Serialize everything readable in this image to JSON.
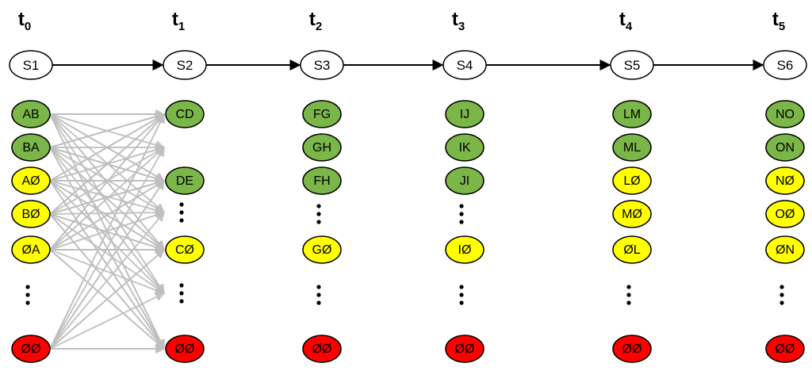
{
  "colors": {
    "green": "#7ab648",
    "yellow": "#ffff00",
    "red": "#ff0000",
    "white": "#ffffff",
    "outline": "#000000",
    "grey_arrow": "#bfbfbf"
  },
  "columns": [
    {
      "time": {
        "base": "t",
        "sub": "0"
      },
      "state": "S1",
      "nodes": [
        {
          "label": "AB",
          "color": "green"
        },
        {
          "label": "BA",
          "color": "green"
        },
        {
          "label": "AØ",
          "color": "yellow"
        },
        {
          "label": "BØ",
          "color": "yellow"
        },
        {
          "label": "ØA",
          "color": "yellow"
        },
        {
          "ellipsis": true
        },
        {
          "label": "ØØ",
          "color": "red"
        }
      ]
    },
    {
      "time": {
        "base": "t",
        "sub": "1"
      },
      "state": "S2",
      "nodes": [
        {
          "label": "CD",
          "color": "green"
        },
        {
          "label": "DE",
          "color": "green"
        },
        {
          "ellipsis": true
        },
        {
          "label": "CØ",
          "color": "yellow"
        },
        {
          "ellipsis": true
        },
        {
          "label": "ØØ",
          "color": "red"
        }
      ]
    },
    {
      "time": {
        "base": "t",
        "sub": "2"
      },
      "state": "S3",
      "nodes": [
        {
          "label": "FG",
          "color": "green"
        },
        {
          "label": "GH",
          "color": "green"
        },
        {
          "label": "FH",
          "color": "green"
        },
        {
          "ellipsis": true
        },
        {
          "label": "GØ",
          "color": "yellow"
        },
        {
          "ellipsis": true
        },
        {
          "label": "ØØ",
          "color": "red"
        }
      ]
    },
    {
      "time": {
        "base": "t",
        "sub": "3"
      },
      "state": "S4",
      "nodes": [
        {
          "label": "IJ",
          "color": "green"
        },
        {
          "label": "IK",
          "color": "green"
        },
        {
          "label": "JI",
          "color": "green"
        },
        {
          "ellipsis": true
        },
        {
          "label": "IØ",
          "color": "yellow"
        },
        {
          "ellipsis": true
        },
        {
          "label": "ØØ",
          "color": "red"
        }
      ]
    },
    {
      "time": {
        "base": "t",
        "sub": "4"
      },
      "state": "S5",
      "nodes": [
        {
          "label": "LM",
          "color": "green"
        },
        {
          "label": "ML",
          "color": "green"
        },
        {
          "label": "LØ",
          "color": "yellow"
        },
        {
          "label": "MØ",
          "color": "yellow"
        },
        {
          "label": "ØL",
          "color": "yellow"
        },
        {
          "ellipsis": true
        },
        {
          "label": "ØØ",
          "color": "red"
        }
      ]
    },
    {
      "time": {
        "base": "t",
        "sub": "5"
      },
      "state": "S6",
      "nodes": [
        {
          "label": "NO",
          "color": "green"
        },
        {
          "label": "ON",
          "color": "green"
        },
        {
          "label": "NØ",
          "color": "yellow"
        },
        {
          "label": "OØ",
          "color": "yellow"
        },
        {
          "label": "ØN",
          "color": "yellow"
        },
        {
          "ellipsis": true
        },
        {
          "label": "ØØ",
          "color": "red"
        }
      ]
    }
  ],
  "state_chain": [
    {
      "from": "S1",
      "to": "S2"
    },
    {
      "from": "S2",
      "to": "S3"
    },
    {
      "from": "S3",
      "to": "S4"
    },
    {
      "from": "S4",
      "to": "S5"
    },
    {
      "from": "S5",
      "to": "S6"
    }
  ],
  "transitions": {
    "from_column": 0,
    "to_column": 1,
    "all_to_all": true
  }
}
